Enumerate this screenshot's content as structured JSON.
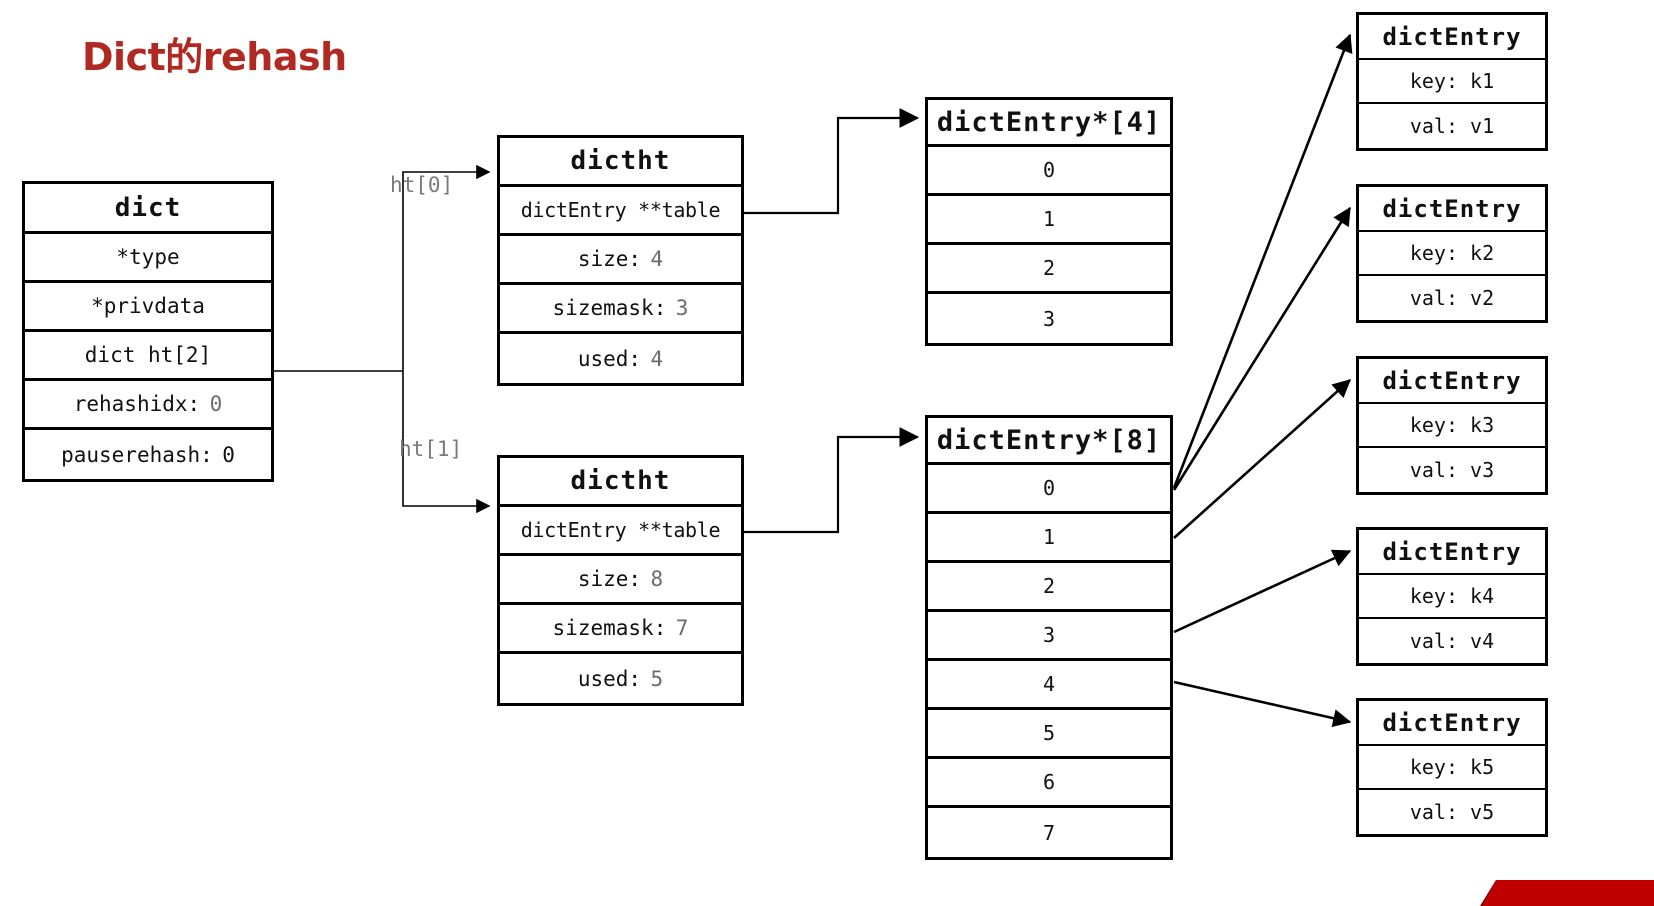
{
  "title": "Dict的rehash",
  "theme": {
    "title_color": "#b02a22",
    "line_color": "#000000",
    "value_color": "#6b6b6b",
    "label_color": "#7a7a7a",
    "ribbon_color": "#c00000"
  },
  "dict": {
    "header": "dict",
    "fields": [
      {
        "label": "*type",
        "value": ""
      },
      {
        "label": "*privdata",
        "value": ""
      },
      {
        "label": "dict ht[2]",
        "value": ""
      },
      {
        "label": "rehashidx:",
        "value": "0"
      },
      {
        "label": "pauserehash:",
        "value": "0"
      }
    ]
  },
  "connectors": {
    "ht0_label": "ht[0]",
    "ht1_label": "ht[1]"
  },
  "dictht0": {
    "header": "dictht",
    "table_field": "dictEntry **table",
    "fields": [
      {
        "label": "size:",
        "value": "4"
      },
      {
        "label": "sizemask:",
        "value": "3"
      },
      {
        "label": "used:",
        "value": "4"
      }
    ]
  },
  "dictht1": {
    "header": "dictht",
    "table_field": "dictEntry **table",
    "fields": [
      {
        "label": "size:",
        "value": "8"
      },
      {
        "label": "sizemask:",
        "value": "7"
      },
      {
        "label": "used:",
        "value": "5"
      }
    ]
  },
  "array4": {
    "header": "dictEntry*[4]",
    "slots": [
      "0",
      "1",
      "2",
      "3"
    ]
  },
  "array8": {
    "header": "dictEntry*[8]",
    "slots": [
      "0",
      "1",
      "2",
      "3",
      "4",
      "5",
      "6",
      "7"
    ]
  },
  "entries": [
    {
      "header": "dictEntry",
      "key": "key: k1",
      "val": "val: v1"
    },
    {
      "header": "dictEntry",
      "key": "key: k2",
      "val": "val: v2"
    },
    {
      "header": "dictEntry",
      "key": "key: k3",
      "val": "val: v3"
    },
    {
      "header": "dictEntry",
      "key": "key: k4",
      "val": "val: v4"
    },
    {
      "header": "dictEntry",
      "key": "key: k5",
      "val": "val: v5"
    }
  ],
  "ribbon": {
    "text": ""
  }
}
